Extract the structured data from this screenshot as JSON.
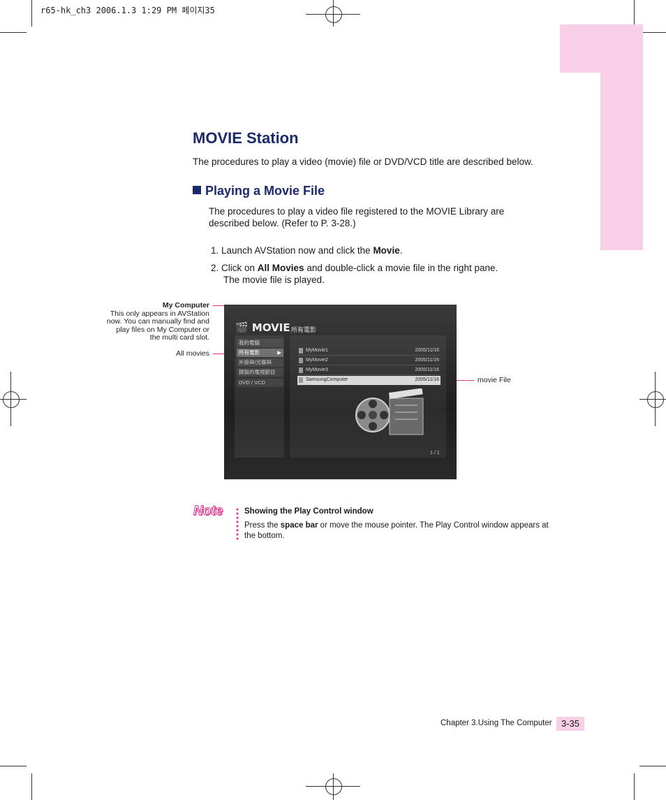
{
  "print_header": "r65-hk_ch3  2006.1.3 1:29 PM 페이지35",
  "title": "MOVIE Station",
  "intro": "The procedures to play a video (movie) file or DVD/VCD title are described below.",
  "section": {
    "heading": "Playing a Movie File",
    "paragraph": "The procedures to play a video file registered to the MOVIE Library are described below. (Refer to P. 3-28.)",
    "steps": [
      {
        "num": "1.",
        "pre": "Launch AVStation now and click the ",
        "bold": "Movie",
        "post": "."
      },
      {
        "num": "2.",
        "pre": "Click on ",
        "bold": "All Movies",
        "post": " and double-click a movie file in the right pane.",
        "line2": "The movie file is played."
      }
    ]
  },
  "callouts": {
    "my_computer_title": "My Computer",
    "my_computer_lines": [
      "This only appears in AVStation",
      "now. You can manually find and",
      "play files on My Computer or",
      "the multi card slot."
    ],
    "all_movies": "All movies",
    "movie_file": "movie File"
  },
  "screenshot": {
    "logo": "MOVIE",
    "header": "所有電影",
    "menu": [
      "我的電腦",
      "所有電影",
      "外掛與/光碟與",
      "錄製的電視節目",
      "DVD / VCD"
    ],
    "active_menu_index": 1,
    "files": [
      {
        "name": "MyMovie1",
        "date": "2005/11/16"
      },
      {
        "name": "MyMovie2",
        "date": "2005/11/16"
      },
      {
        "name": "MyMovie3",
        "date": "2005/11/16"
      },
      {
        "name": "SamsungComputer",
        "date": "2005/11/16"
      }
    ],
    "selected_file_index": 3,
    "pager": "1 / 1"
  },
  "note": {
    "label": "Note",
    "title": "Showing the Play Control window",
    "body_pre": "Press the ",
    "body_bold": "space bar",
    "body_post": " or move the mouse pointer. The Play Control window appears at the bottom."
  },
  "footer": {
    "chapter": "Chapter 3.Using The Computer",
    "page": "3-35"
  },
  "colors": {
    "accent_pink": "#f7cfe6",
    "heading_navy": "#1b2a6b",
    "callout_line": "#e0308a"
  }
}
